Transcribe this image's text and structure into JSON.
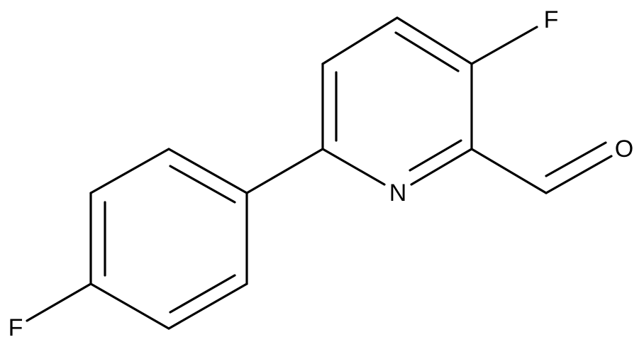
{
  "molecule": {
    "atoms": {
      "fluorine_pyridine": "F",
      "nitrogen": "N",
      "oxygen": "O",
      "fluorine_phenyl": "F"
    }
  },
  "colors": {
    "bond": "#000000",
    "label": "#000000",
    "background": "#ffffff"
  }
}
